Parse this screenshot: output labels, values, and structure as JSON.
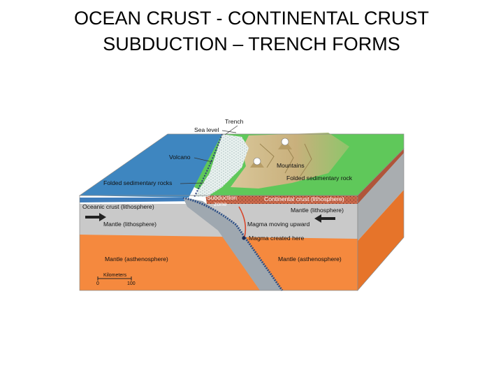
{
  "title": {
    "line1": "OCEAN CRUST - CONTINENTAL CRUST",
    "line2": "SUBDUCTION – TRENCH FORMS"
  },
  "labels": {
    "trench": "Trench",
    "sea_level": "Sea level",
    "volcano": "Volcano",
    "mountains": "Mountains",
    "folded_sedimentary_rocks_left": "Folded sedimentary rocks",
    "folded_sedimentary_rock_right": "Folded sedimentary rock",
    "subduction_zone_line1": "Subduction",
    "subduction_zone_line2": "zone",
    "continental_crust": "Continental crust (lithosphere)",
    "oceanic_crust": "Oceanic crust (lithosphere)",
    "mantle_lithosphere_left": "Mantle (lithosphere)",
    "mantle_lithosphere_right": "Mantle (lithosphere)",
    "magma_moving_upward": "Magma moving upward",
    "magma_created_here": "Magma created here",
    "mantle_asthenosphere_left": "Mantle (asthenosphere)",
    "mantle_asthenosphere_right": "Mantle (asthenosphere)"
  },
  "scale_bar": {
    "unit": "Kilometers",
    "start": "0",
    "end": "100"
  },
  "colors": {
    "ocean_surface": "#3e86c0",
    "land": "#5fc85a",
    "oceanic_crust": "#2e6fa8",
    "mantle_lithosphere": "#c9c9c9",
    "asthenosphere": "#f5893e",
    "continental_crust": "#c96a4a"
  }
}
